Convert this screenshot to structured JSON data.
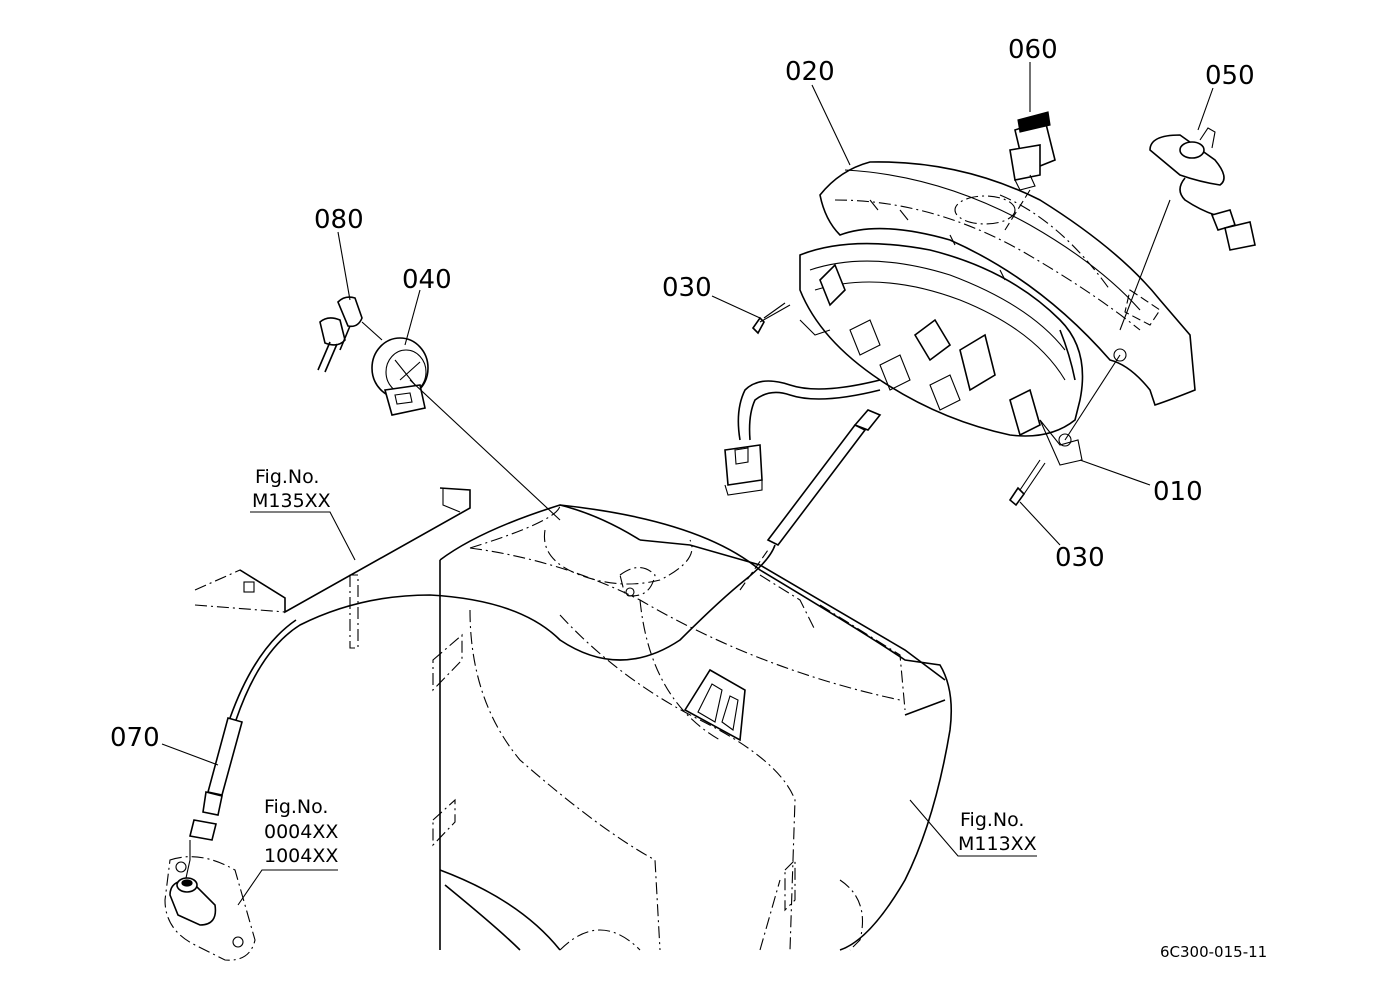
{
  "parts": {
    "p010": "010",
    "p020": "020",
    "p030a": "030",
    "p030b": "030",
    "p040": "040",
    "p050": "050",
    "p060": "060",
    "p070": "070",
    "p080": "080"
  },
  "refs": {
    "m135": {
      "title": "Fig.No.",
      "code": "M135XX"
    },
    "m113": {
      "title": "Fig.No.",
      "code": "M113XX"
    },
    "f0004": {
      "title": "Fig.No.",
      "code1": "0004XX",
      "code2": "1004XX"
    }
  },
  "drawing_code": "6C300-015-11"
}
